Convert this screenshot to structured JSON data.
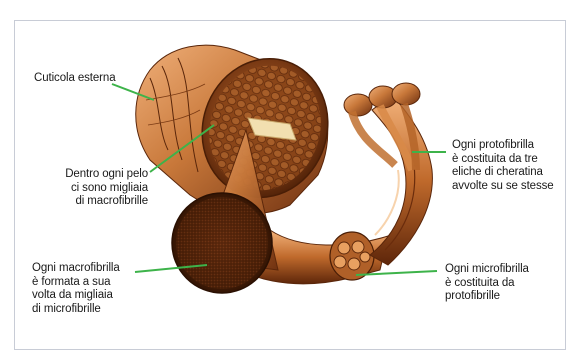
{
  "labels": {
    "cuticola": "Cuticola esterna",
    "macrofibrille": "Dentro ogni pelo\nci sono migliaia\ndi macrofibrille",
    "protofibrilla": "Ogni protofibrilla\nè costituita da tre\neliche di cheratina\navvolte su se stesse",
    "macrofibrilla": "Ogni macrofibrilla\nè formata a sua\nvolta da migliaia\ndi microfibrille",
    "microfibrilla": "Ogni microfibrilla\nè costituita da\nprotofibrille"
  },
  "colors": {
    "leader_line": "#3db34a",
    "copper_light": "#e39a55",
    "copper_mid": "#b8652a",
    "copper_dark": "#6a2e10",
    "frame": "#c8ccd6"
  }
}
